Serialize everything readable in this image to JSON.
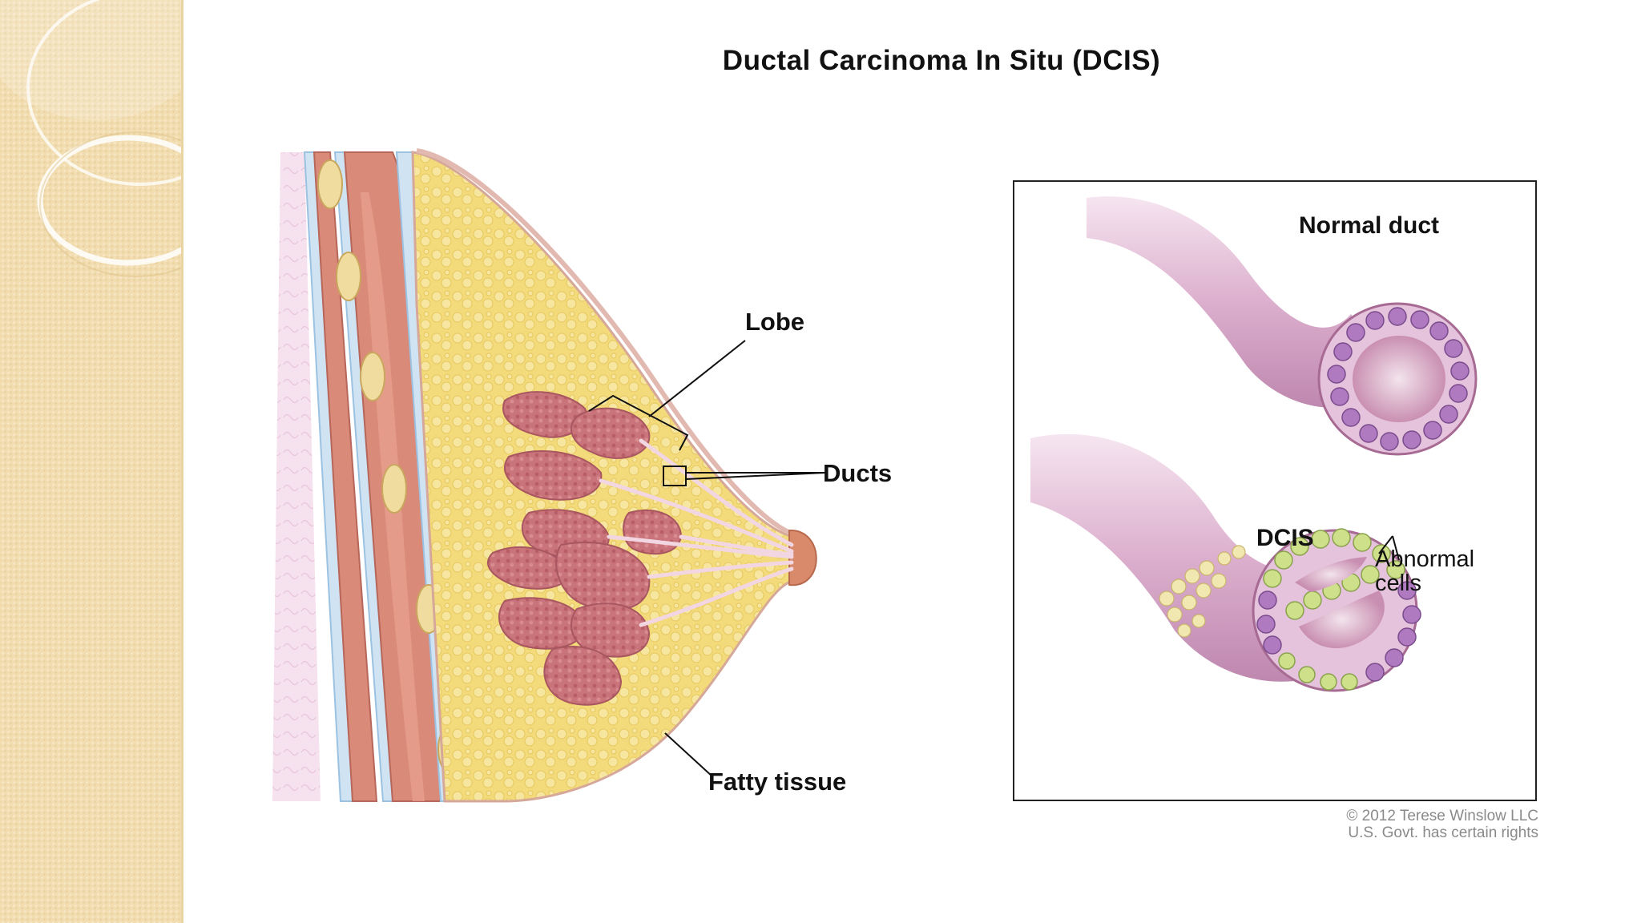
{
  "slide": {
    "title": "Ductal Carcinoma In Situ (DCIS)"
  },
  "main_figure": {
    "labels": {
      "lobe": "Lobe",
      "ducts": "Ducts",
      "fatty_tissue": "Fatty tissue"
    }
  },
  "inset": {
    "normal_duct_label": "Normal duct",
    "dcis_label": "DCIS",
    "abnormal_cells_label_line1": "Abnormal",
    "abnormal_cells_label_line2": "cells"
  },
  "credit": {
    "line1": "© 2012 Terese Winslow LLC",
    "line2": "U.S. Govt. has certain rights"
  },
  "colors": {
    "sidebar": "#f2ddb0",
    "fat": "#f3da7a",
    "lobule": "#c9747a",
    "muscle": "#d98a78",
    "duct_wall": "#d8a6c8",
    "abnormal_cell": "#c9e08a"
  }
}
